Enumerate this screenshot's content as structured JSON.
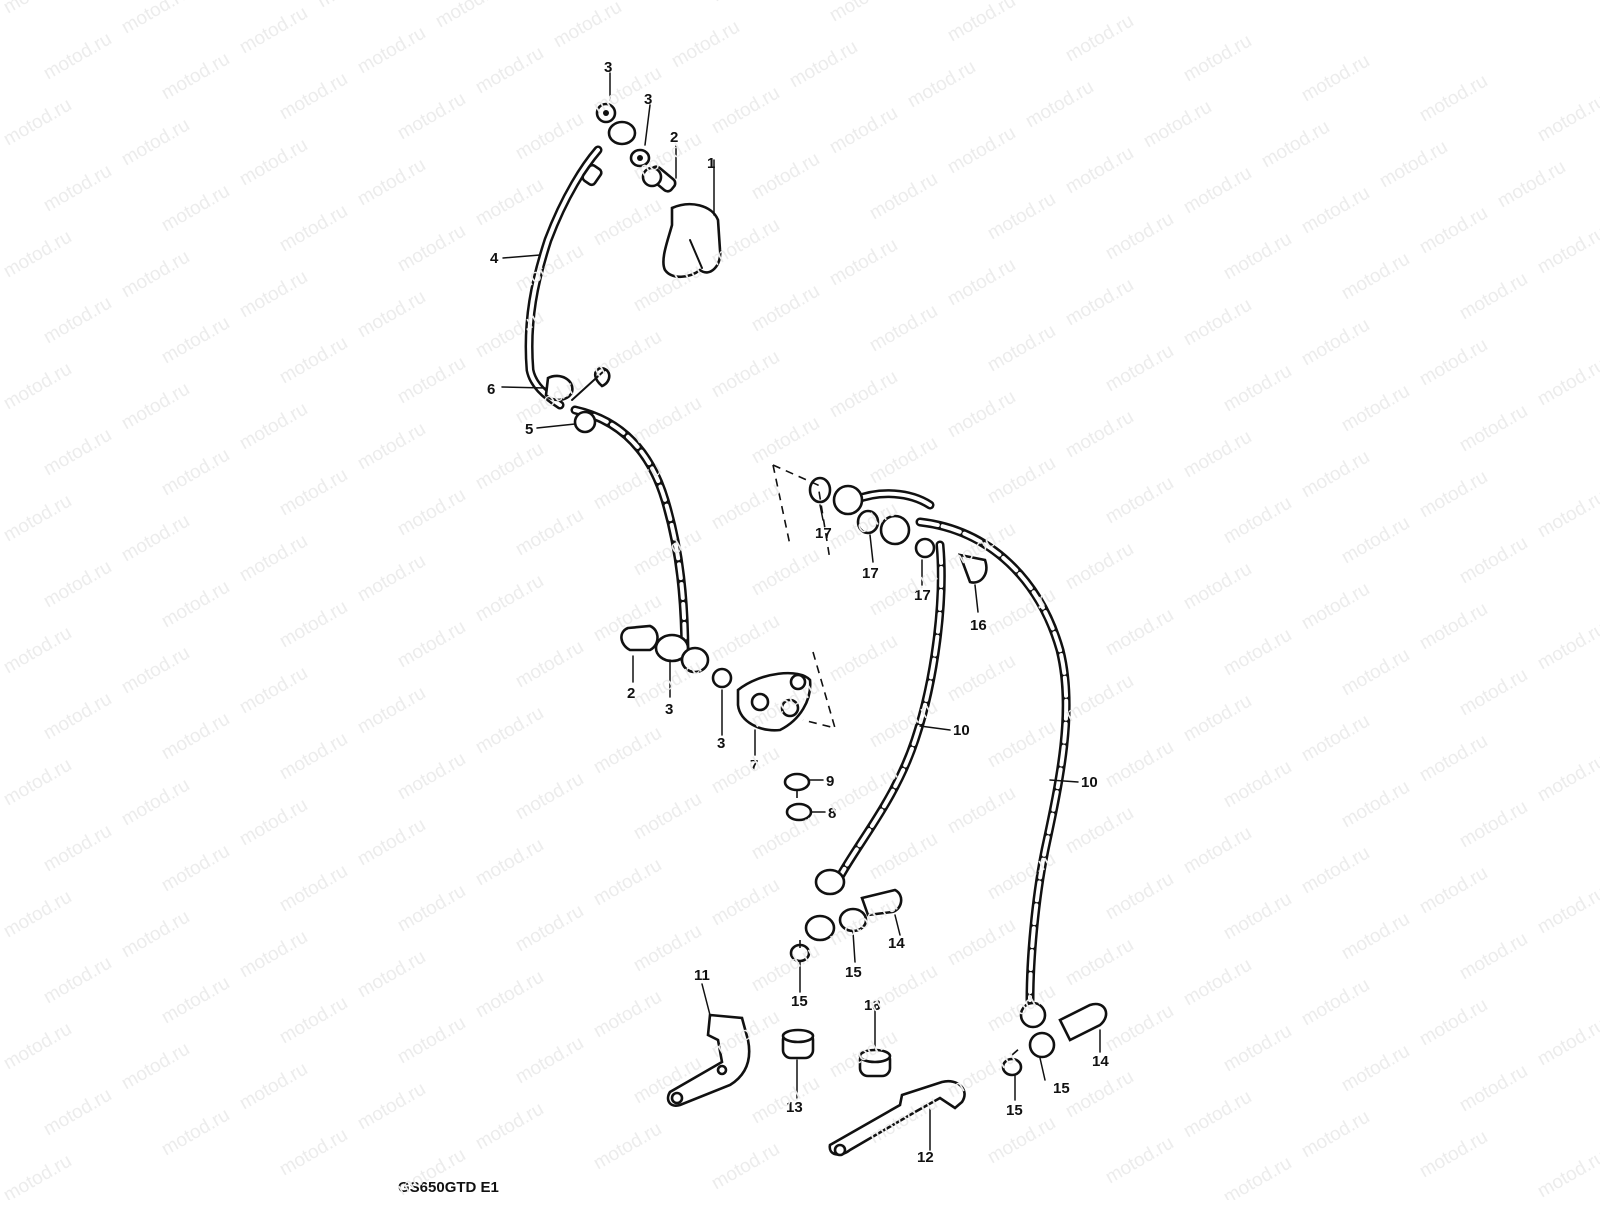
{
  "watermark": "motod.ru",
  "diagram_code": "GS650GTD E1",
  "callouts": [
    "1",
    "2",
    "3",
    "3",
    "3",
    "2",
    "3",
    "3",
    "4",
    "5",
    "6",
    "7",
    "8",
    "9",
    "10",
    "10",
    "11",
    "12",
    "13",
    "13",
    "13",
    "14",
    "14",
    "15",
    "15",
    "15",
    "15",
    "16",
    "17",
    "17",
    "17"
  ]
}
